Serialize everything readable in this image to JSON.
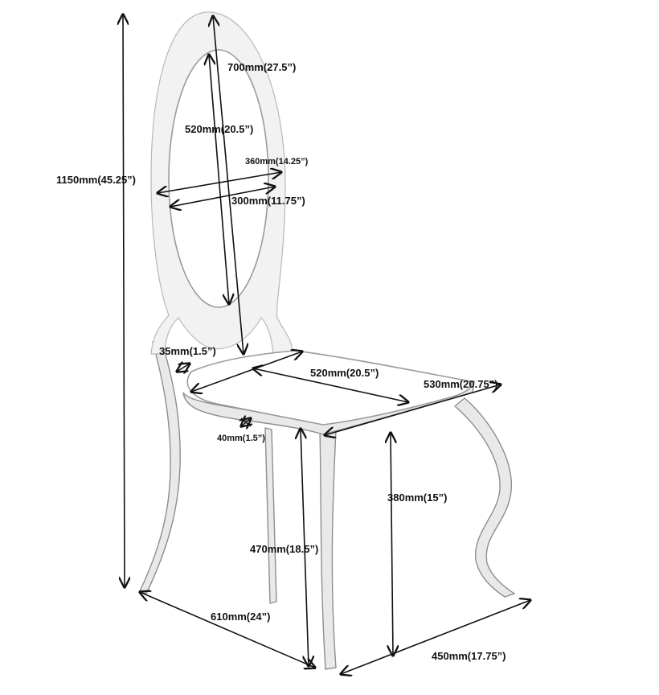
{
  "dimensions": {
    "total_height": "1150mm(45.25”)",
    "back_height": "700mm(27.5”)",
    "cushion_height": "520mm(20.5”)",
    "back_outer_width": "360mm(14.25”)",
    "back_inner_width": "300mm(11.75”)",
    "frame_thickness": "35mm(1.5”)",
    "seat_depth": "520mm(20.5”)",
    "seat_width": "530mm(20.75”)",
    "leg_thickness": "40mm(1.5”)",
    "leg_height": "380mm(15”)",
    "seat_height": "470mm(18.5”)",
    "base_depth": "610mm(24”)",
    "base_width": "450mm(17.75”)"
  },
  "colors": {
    "line": "#111111",
    "chair_outline": "#9a9a9a",
    "chair_fill": "#ffffff",
    "frame_fill": "#e9e9e9"
  }
}
